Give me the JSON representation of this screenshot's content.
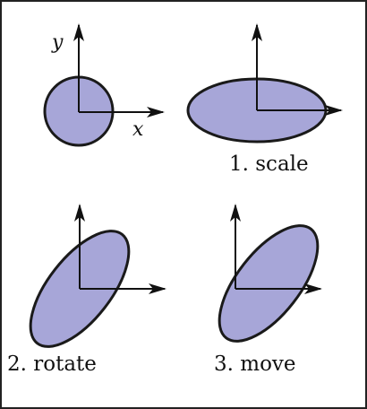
{
  "colors": {
    "fill": "#a7a6d8",
    "stroke": "#1a1a1a",
    "arrow": "#111111",
    "border": "#222222"
  },
  "labels": {
    "y_axis": "y",
    "x_axis": "x",
    "step1": "1. scale",
    "step2": "2. rotate",
    "step3": "3. move"
  }
}
